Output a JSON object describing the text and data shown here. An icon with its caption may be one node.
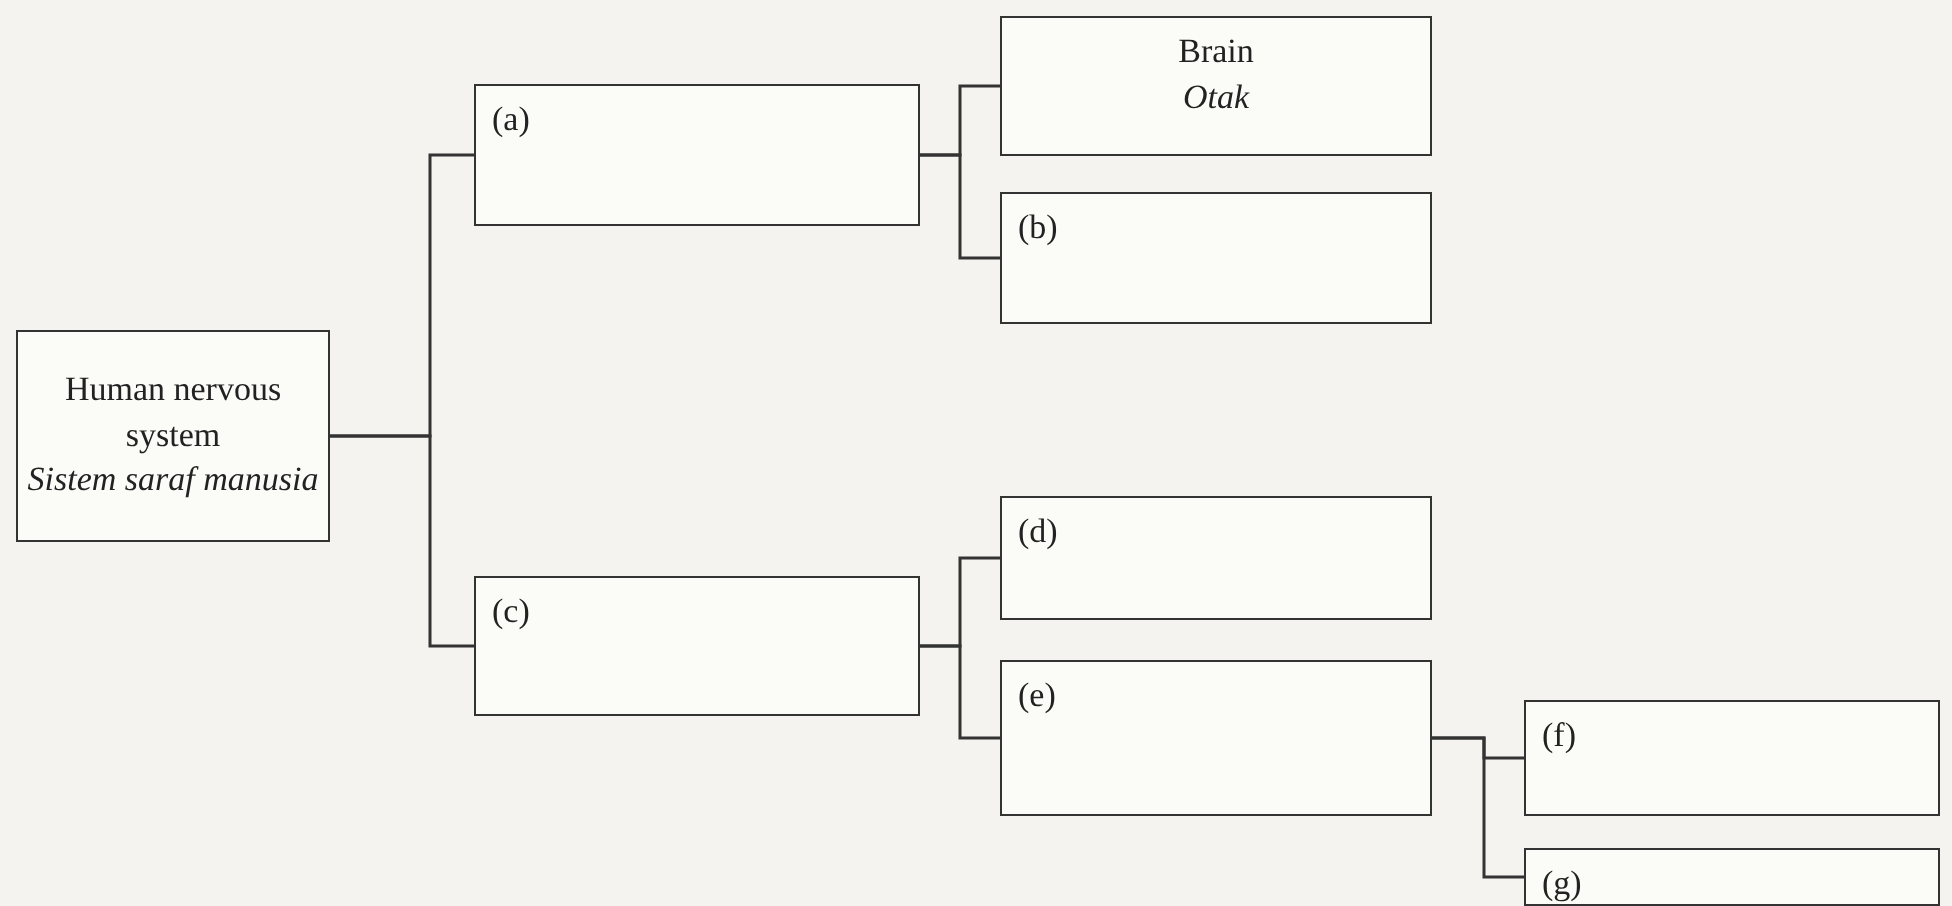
{
  "diagram": {
    "nodes": [
      {
        "text": [
          "Human nervous system",
          "Sistem saraf manusia"
        ]
      },
      {
        "text": [
          "(a)"
        ]
      },
      {
        "text": [
          "Brain",
          "Otak"
        ]
      },
      {
        "text": [
          "(b)"
        ]
      },
      {
        "text": [
          "(c)"
        ]
      },
      {
        "text": [
          "(d)"
        ]
      },
      {
        "text": [
          "(e)"
        ]
      },
      {
        "text": [
          "(f)"
        ]
      },
      {
        "text": [
          "(g)"
        ]
      }
    ],
    "edges": [
      {
        "from": 0,
        "to": 1,
        "arrow": "none"
      },
      {
        "from": 0,
        "to": 4,
        "arrow": "none"
      },
      {
        "from": 1,
        "to": 2,
        "arrow": "none"
      },
      {
        "from": 1,
        "to": 3,
        "arrow": "none"
      },
      {
        "from": 4,
        "to": 5,
        "arrow": "none"
      },
      {
        "from": 4,
        "to": 6,
        "arrow": "none"
      },
      {
        "from": 6,
        "to": 7,
        "arrow": "none"
      },
      {
        "from": 6,
        "to": 8,
        "arrow": "none"
      }
    ]
  }
}
